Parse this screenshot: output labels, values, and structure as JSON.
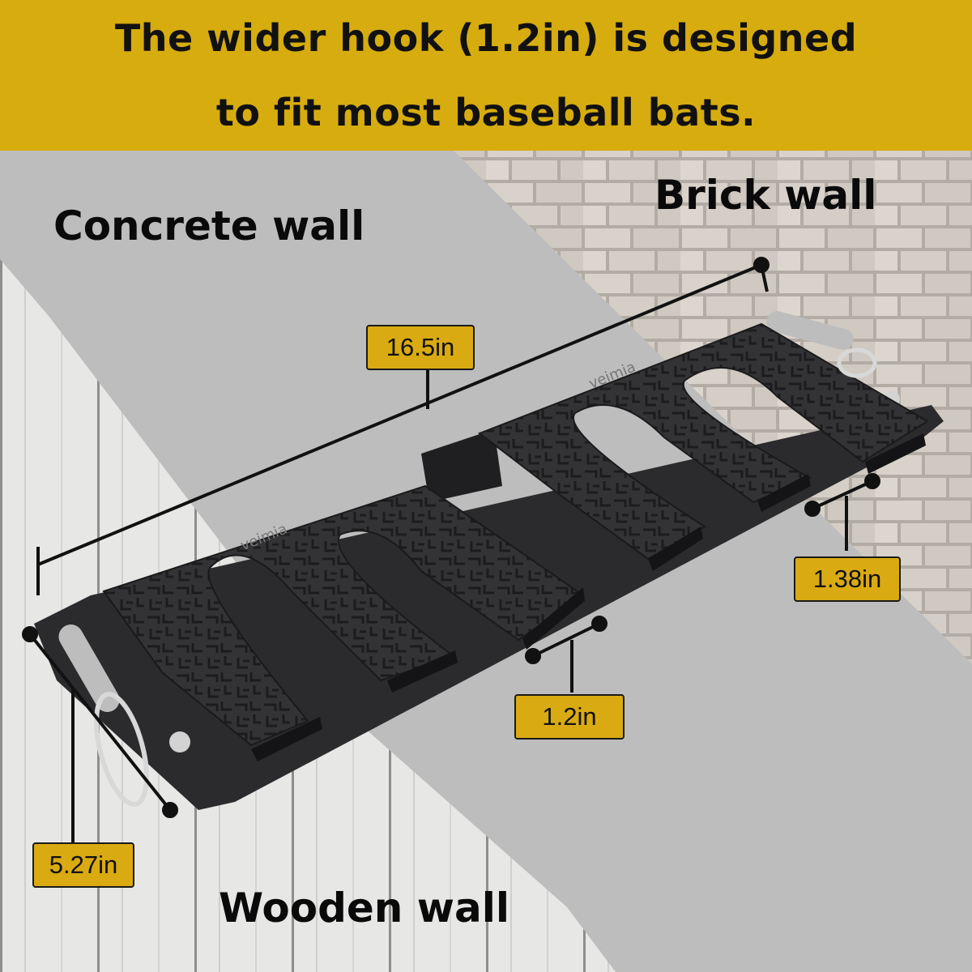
{
  "banner": {
    "line1": "The wider hook (1.2in) is designed",
    "line2": "to fit most baseball bats.",
    "color": "#d6ac0f"
  },
  "walls": {
    "concrete": "Concrete wall",
    "brick": "Brick wall",
    "wooden": "Wooden wall"
  },
  "product": {
    "brand": "veimia",
    "color": "#2b2b2d"
  },
  "dimensions": {
    "length": "16.5in",
    "height": "5.27in",
    "hook_width": "1.2in",
    "hook_depth": "1.38in",
    "label_color": "#d9aa12"
  }
}
